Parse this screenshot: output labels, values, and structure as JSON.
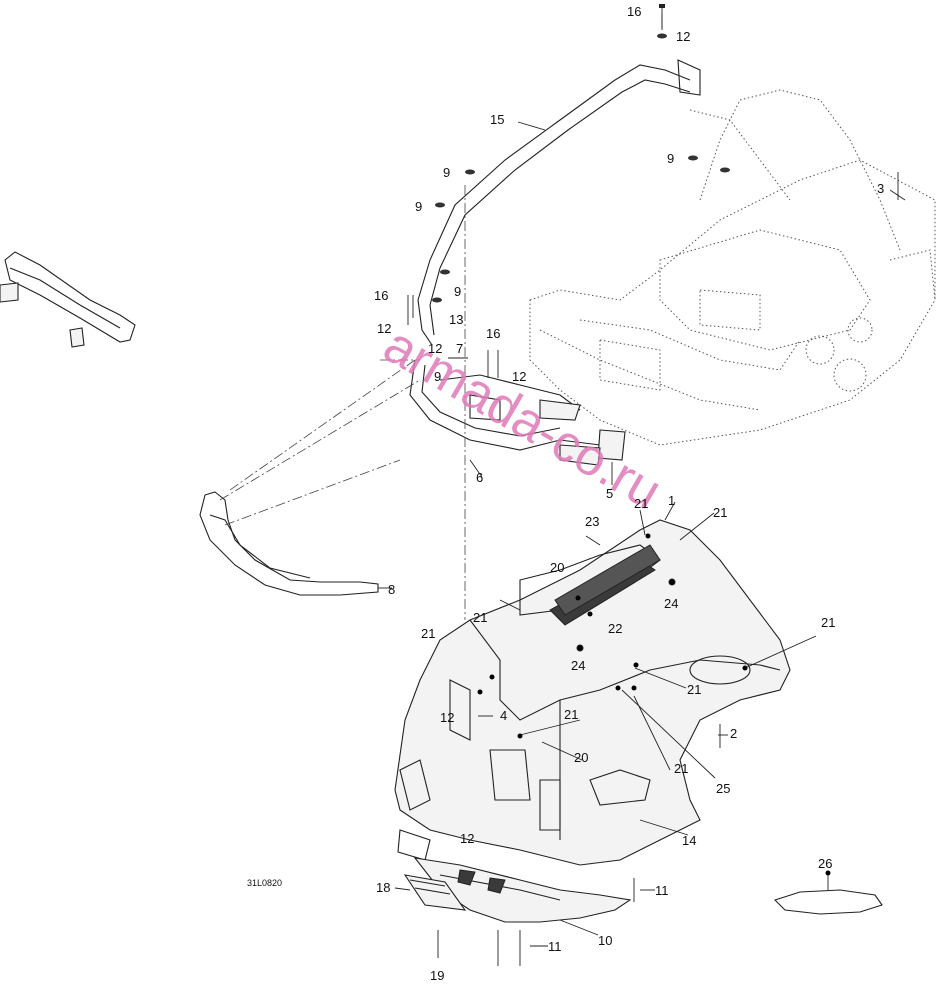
{
  "drawing_code": "31L0820",
  "watermark": "armada-co.ru",
  "callouts": {
    "c16a": "16",
    "c12a": "12",
    "c15": "15",
    "c9a": "9",
    "c9b": "9",
    "c9c": "9",
    "c3": "3",
    "c16b": "16",
    "c12b": "12",
    "c13": "13",
    "c12c": "12",
    "c7": "7",
    "c9d": "9",
    "c16c": "16",
    "c12d": "12",
    "c9e": "9",
    "c6": "6",
    "c5": "5",
    "c8": "8",
    "c23": "23",
    "c21a": "21",
    "c1": "1",
    "c21b": "21",
    "c20a": "20",
    "c24a": "24",
    "c21c": "21",
    "c21d": "21",
    "c22": "22",
    "c21e": "21",
    "c24b": "24",
    "c12e": "12",
    "c4": "4",
    "c21f": "21",
    "c21g": "21",
    "c20b": "20",
    "c2": "2",
    "c21h": "21",
    "c25": "25",
    "c14": "14",
    "c12f": "12",
    "c26": "26",
    "c18": "18",
    "c11a": "11",
    "c11b": "11",
    "c10": "10",
    "c19": "19"
  }
}
